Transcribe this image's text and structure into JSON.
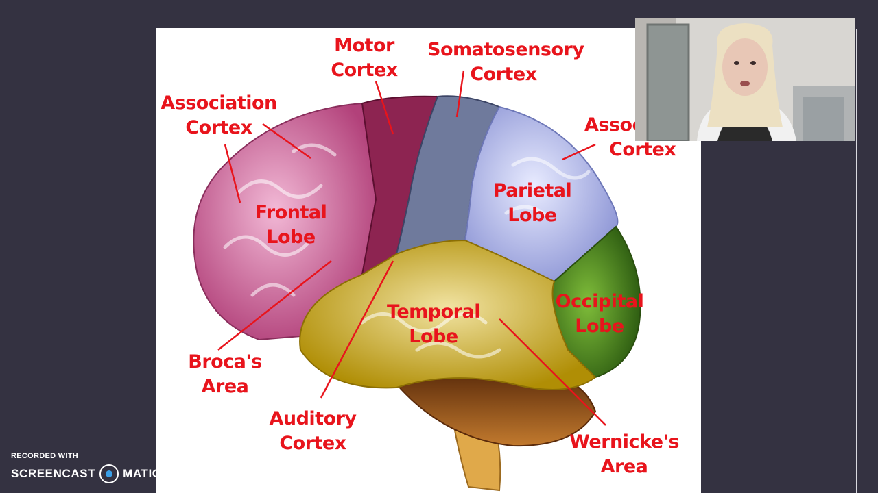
{
  "watermark": {
    "recorded_with": "RECORDED WITH",
    "brand_left": "SCREENCAST",
    "brand_right": "MATIC",
    "icon": "record-dot-icon"
  },
  "slide": {
    "labels": {
      "motor": [
        "Motor",
        "Cortex"
      ],
      "somato": [
        "Somatosensory",
        "Cortex"
      ],
      "assoc_left": [
        "Association",
        "Cortex"
      ],
      "assoc_right": [
        "Assoc",
        "Cortex"
      ],
      "frontal": [
        "Frontal",
        "Lobe"
      ],
      "parietal": [
        "Parietal",
        "Lobe"
      ],
      "occipital": [
        "Occipital",
        "Lobe"
      ],
      "temporal": [
        "Temporal",
        "Lobe"
      ],
      "broca": [
        "Broca's",
        "Area"
      ],
      "auditory": [
        "Auditory",
        "Cortex"
      ],
      "wernicke": [
        "Wernicke's",
        "Area"
      ]
    },
    "label_color": "#e8141c"
  },
  "colors": {
    "background": "#343241",
    "frontal": "#c9578f",
    "motor": "#8d2451",
    "somatosensory": "#6f7a9c",
    "parietal": "#aab3e6",
    "occipital": "#4f8a20",
    "temporal": "#c9a70a",
    "cerebellum": "#a25c1e"
  }
}
